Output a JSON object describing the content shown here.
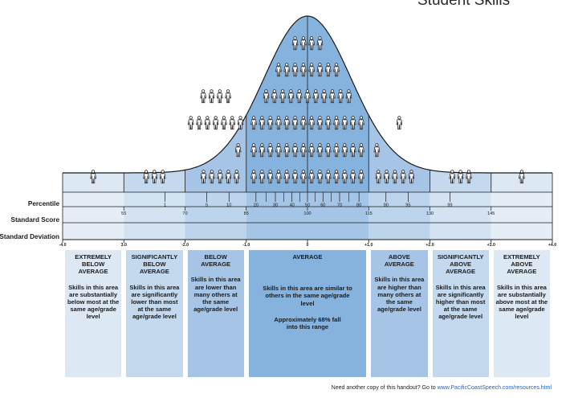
{
  "title": "Student Skills",
  "rows": {
    "percentile": "Percentile",
    "standard_score": "Standard Score",
    "standard_deviation": "Standard Deviation"
  },
  "percentile_ticks": [
    {
      "label": "1",
      "value": 1
    },
    {
      "label": "5",
      "value": 5
    },
    {
      "label": "10",
      "value": 10
    },
    {
      "label": "20",
      "value": 20
    },
    {
      "label": "30",
      "value": 30
    },
    {
      "label": "40",
      "value": 40
    },
    {
      "label": "50",
      "value": 50
    },
    {
      "label": "60",
      "value": 60
    },
    {
      "label": "70",
      "value": 70
    },
    {
      "label": "80",
      "value": 80
    },
    {
      "label": "90",
      "value": 90
    },
    {
      "label": "95",
      "value": 95
    },
    {
      "label": "99",
      "value": 99
    }
  ],
  "standard_score_ticks": [
    {
      "label": "55",
      "value": 55
    },
    {
      "label": "70",
      "value": 70
    },
    {
      "label": "85",
      "value": 85
    },
    {
      "label": "100",
      "value": 100
    },
    {
      "label": "115",
      "value": 115
    },
    {
      "label": "130",
      "value": 130
    },
    {
      "label": "145",
      "value": 145
    }
  ],
  "sd_ticks": [
    {
      "label": "-4.0",
      "value": -4
    },
    {
      "label": "3.0",
      "value": -3
    },
    {
      "label": "-2.0",
      "value": -2
    },
    {
      "label": "-1.0",
      "value": -1
    },
    {
      "label": "0",
      "value": 0
    },
    {
      "label": "+1.0",
      "value": 1
    },
    {
      "label": "+2.0",
      "value": 2
    },
    {
      "label": "+3.0",
      "value": 3
    },
    {
      "label": "+4.0",
      "value": 4
    }
  ],
  "bands": [
    {
      "from": -4,
      "to": -3,
      "people": 1,
      "level": 0
    },
    {
      "from": -3,
      "to": -2,
      "people": 3,
      "level": 1
    },
    {
      "from": -2,
      "to": -1,
      "people": 17,
      "level": 2
    },
    {
      "from": -1,
      "to": 1,
      "people": 69,
      "level": 3
    },
    {
      "from": 1,
      "to": 2,
      "people": 7,
      "level": 2
    },
    {
      "from": 2,
      "to": 3,
      "people": 3,
      "level": 1
    },
    {
      "from": 3,
      "to": 4,
      "people": 1,
      "level": 0
    }
  ],
  "categories": [
    {
      "title": "EXTREMELY\nBELOW\nAVERAGE",
      "desc": "Skills in this area are substantially below most at the same age/grade level",
      "from": -4,
      "to": -3,
      "level": 0
    },
    {
      "title": "SIGNIFICANTLY\nBELOW\nAVERAGE",
      "desc": "Skills in this area are significantly lower than most at the same age/grade level",
      "from": -3,
      "to": -2,
      "level": 1
    },
    {
      "title": "BELOW\nAVERAGE",
      "desc": "Skills in this area are lower than many others at the same age/grade level",
      "from": -2,
      "to": -1,
      "level": 2
    },
    {
      "title": "AVERAGE",
      "desc": "Skills in this area are similar to others in the same age/grade level",
      "note": "Approximately 68% fall into this range",
      "from": -1,
      "to": 1,
      "level": 3
    },
    {
      "title": "ABOVE\nAVERAGE",
      "desc": "Skills in this area are higher than many others at the same age/grade level",
      "from": 1,
      "to": 2,
      "level": 2
    },
    {
      "title": "SIGNIFICANTLY\nABOVE\nAVERAGE",
      "desc": "Skills in this area are significantly higher than most at the same age/grade level",
      "from": 2,
      "to": 3,
      "level": 1
    },
    {
      "title": "EXTREMELY\nABOVE\nAVERAGE",
      "desc": "Skills in this area are substantially above most at the same age/grade level",
      "from": 3,
      "to": 4,
      "level": 0
    }
  ],
  "colors": {
    "level0": "#dce8f4",
    "level1": "#c4d9ee",
    "level2": "#a6c5e6",
    "level3": "#86b2de",
    "line": "#1a1a1a",
    "link": "#2b63b8"
  },
  "footer": {
    "text": "Need another copy of this handout? Go to ",
    "link": "www.PacificCoastSpeech.com/resources.html"
  }
}
